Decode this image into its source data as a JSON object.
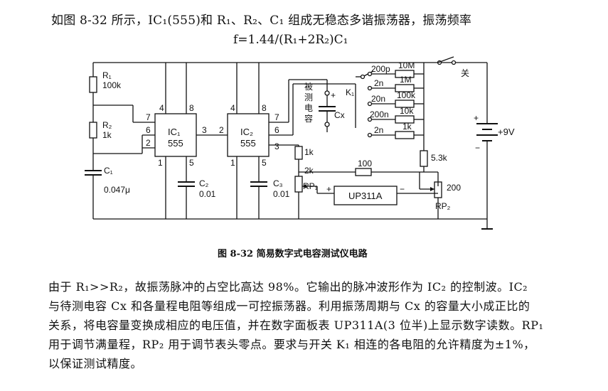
{
  "text": {
    "intro": "如图 8-32 所示，IC₁(555)和 R₁、R₂、C₁ 组成无稳态多谐振荡器，振荡频率",
    "formula": "f=1.44/(R₁+2R₂)C₁",
    "caption": "图 8-32    简易数字式电容测试仪电路",
    "body": [
      "由于 R₁>>R₂，故振荡脉冲的占空比高达 98%。它输出的脉冲波形作为 IC₂ 的控制波。IC₂",
      "与待测电容 Cx 和各量程电阻等组成一可控振荡器。利用振荡周期与 Cx 的容量大小成正比的",
      "关系，将电容量变换成相应的电压值，并在数字面板表 UP311A(3 位半)上显示数字读数。RP₁",
      "用于调节满量程，RP₂ 用于调节表头零点。要求与开关 K₁ 相连的各电阻的允许精度为±1%，",
      "以保证测试精度。"
    ]
  },
  "circuit": {
    "r1": {
      "label": "R₁",
      "value": "100k"
    },
    "r2": {
      "label": "R₂",
      "value": "1k"
    },
    "c1": {
      "label": "C₁",
      "value": "0.047μ"
    },
    "ic1": {
      "label": "IC₁",
      "model": "555",
      "pins": {
        "p4": "4",
        "p8": "8",
        "p7": "7",
        "p6": "6",
        "p2": "2",
        "p3": "3",
        "p1": "1",
        "p5": "5"
      }
    },
    "c2": {
      "label": "C₂",
      "value": "0.01"
    },
    "ic2": {
      "label": "IC₂",
      "model": "555",
      "pins": {
        "p4": "4",
        "p8": "8",
        "p7": "7",
        "p6": "6",
        "p2": "2",
        "p3": "3",
        "p1": "1",
        "p5": "5"
      }
    },
    "c3": {
      "label": "C₃",
      "value": "0.01"
    },
    "cx": {
      "label": "Cx",
      "plus": "+",
      "note": [
        "被",
        "测",
        "电",
        "容"
      ]
    },
    "r_1k": "1k",
    "r_2k": "2k",
    "rp1": "RP₁",
    "r_100": "100",
    "meter": "UP311A",
    "meter_plus": "+",
    "meter_minus": "−",
    "rp2": {
      "label": "RP₂",
      "value": "200"
    },
    "r_53k": "5.3k",
    "switch": {
      "label": "K₁",
      "off": "关"
    },
    "ranges": [
      {
        "cap": "200p",
        "res": "10M"
      },
      {
        "cap": "2n",
        "res": "1M"
      },
      {
        "cap": "20n",
        "res": "100k"
      },
      {
        "cap": "200n",
        "res": "10k"
      },
      {
        "cap": "2n",
        "res": "1k"
      }
    ],
    "battery": {
      "value": "+9V",
      "plus": "+",
      "minus": "−"
    }
  }
}
